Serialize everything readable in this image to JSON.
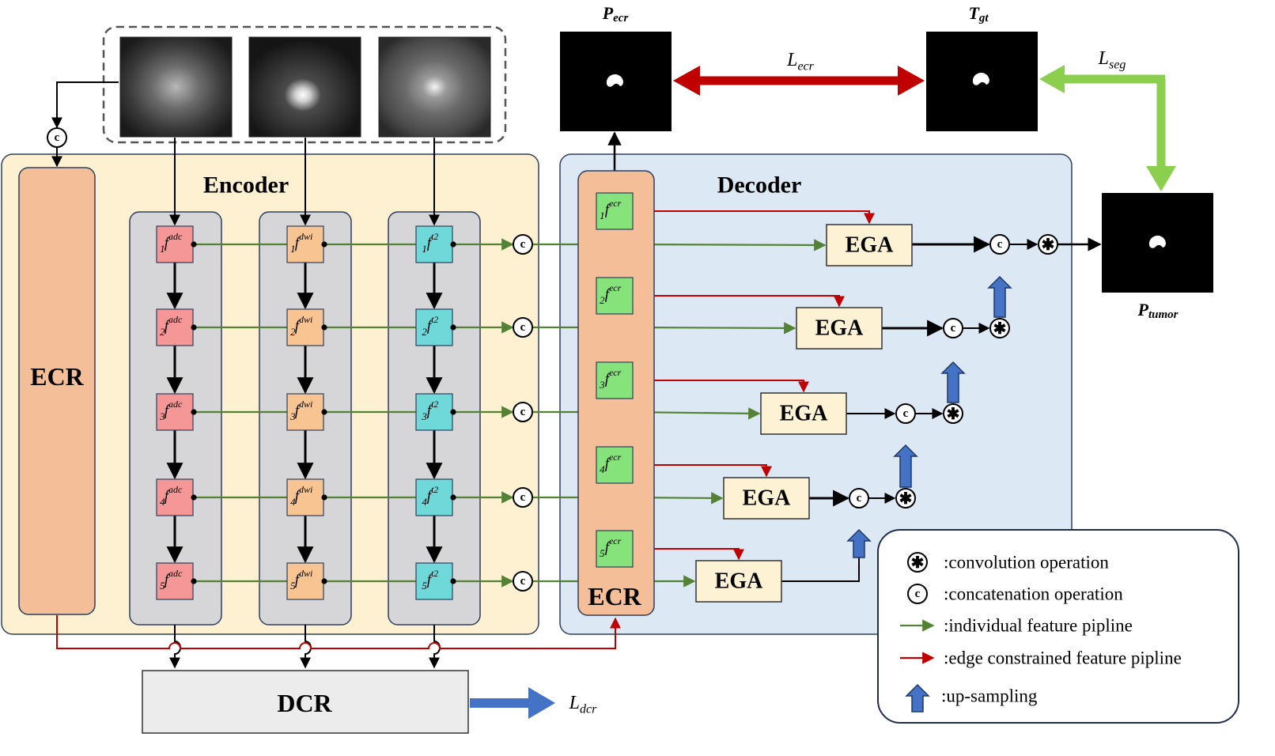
{
  "modules": {
    "encoder": "Encoder",
    "decoder": "Decoder",
    "ecr_encoder": "ECR",
    "ecr_decoder": "ECR",
    "dcr": "DCR",
    "ega": "EGA"
  },
  "outputs": {
    "p_ecr": {
      "base": "P",
      "sub": "ecr"
    },
    "t_gt": {
      "base": "T",
      "sub": "gt"
    },
    "p_tumor": {
      "base": "P",
      "sub": "tumor"
    }
  },
  "losses": {
    "l_ecr": {
      "base": "L",
      "sub": "ecr"
    },
    "l_seg": {
      "base": "L",
      "sub": "seg"
    },
    "l_dcr": {
      "base": "L",
      "sub": "dcr"
    }
  },
  "features": {
    "adc": {
      "base": "f",
      "sup": "adc"
    },
    "dwi": {
      "base": "f",
      "sup": "dwi"
    },
    "t2": {
      "base": "f",
      "sup": "t2"
    },
    "ecr": {
      "base": "f",
      "sup": "ecr"
    },
    "levels": [
      "1",
      "2",
      "3",
      "4",
      "5"
    ]
  },
  "symbols": {
    "conv": "✱",
    "concat": "c"
  },
  "legend": {
    "conv": ":convolution operation",
    "concat": ":concatenation operation",
    "individual": ":individual feature pipline",
    "edge": ":edge constrained feature pipline",
    "upsample": ":up-sampling"
  },
  "colors": {
    "encoder_bg": "#fdf1d2",
    "decoder_bg": "#dde8f5",
    "ecr_fill": "#f4bf98",
    "stream_bg": "#d6d6d8",
    "adc": "#f59797",
    "dwi": "#f8c592",
    "t2": "#6fd8d8",
    "ecr_feat": "#86e27a",
    "ega_fill": "#fdf2d4",
    "green_line": "#548235",
    "red_line": "#c00000",
    "loss_red": "#c00000",
    "loss_green": "#8ccf4e",
    "upsample_blue": "#4472c4"
  }
}
